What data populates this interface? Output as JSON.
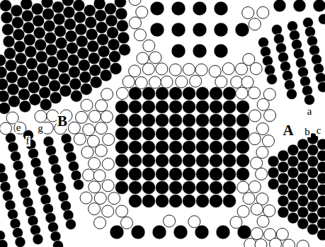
{
  "diagram": {
    "labels": [
      "a",
      "e",
      "g",
      "B",
      "A",
      "b",
      "c",
      "f"
    ]
  }
}
